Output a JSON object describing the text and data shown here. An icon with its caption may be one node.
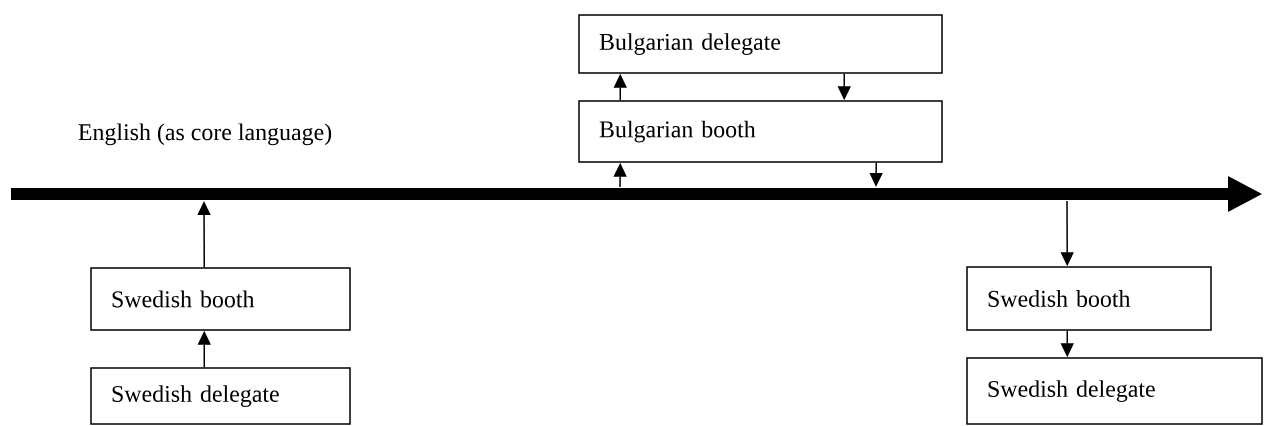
{
  "diagram": {
    "nodes": [
      {
        "text": [],
        "shape": "bar",
        "beside": [
          "English (as core language)"
        ]
      },
      {
        "text": [
          "Bulgarian delegate"
        ]
      },
      {
        "text": [
          "Bulgarian booth"
        ]
      },
      {
        "text": [
          "Swedish booth"
        ]
      },
      {
        "text": [
          "Swedish delegate"
        ]
      },
      {
        "text": [
          "Swedish booth"
        ]
      },
      {
        "text": [
          "Swedish delegate"
        ]
      }
    ],
    "edges": [
      {
        "from": 2,
        "to": 1,
        "arrow": "to"
      },
      {
        "from": 1,
        "to": 2,
        "arrow": "to"
      },
      {
        "from": 0,
        "to": 2,
        "arrow": "to"
      },
      {
        "from": 2,
        "to": 0,
        "arrow": "to"
      },
      {
        "from": 4,
        "to": 3,
        "arrow": "to"
      },
      {
        "from": 3,
        "to": 0,
        "arrow": "to"
      },
      {
        "from": 0,
        "to": 5,
        "arrow": "to"
      },
      {
        "from": 5,
        "to": 6,
        "arrow": "to"
      }
    ]
  }
}
